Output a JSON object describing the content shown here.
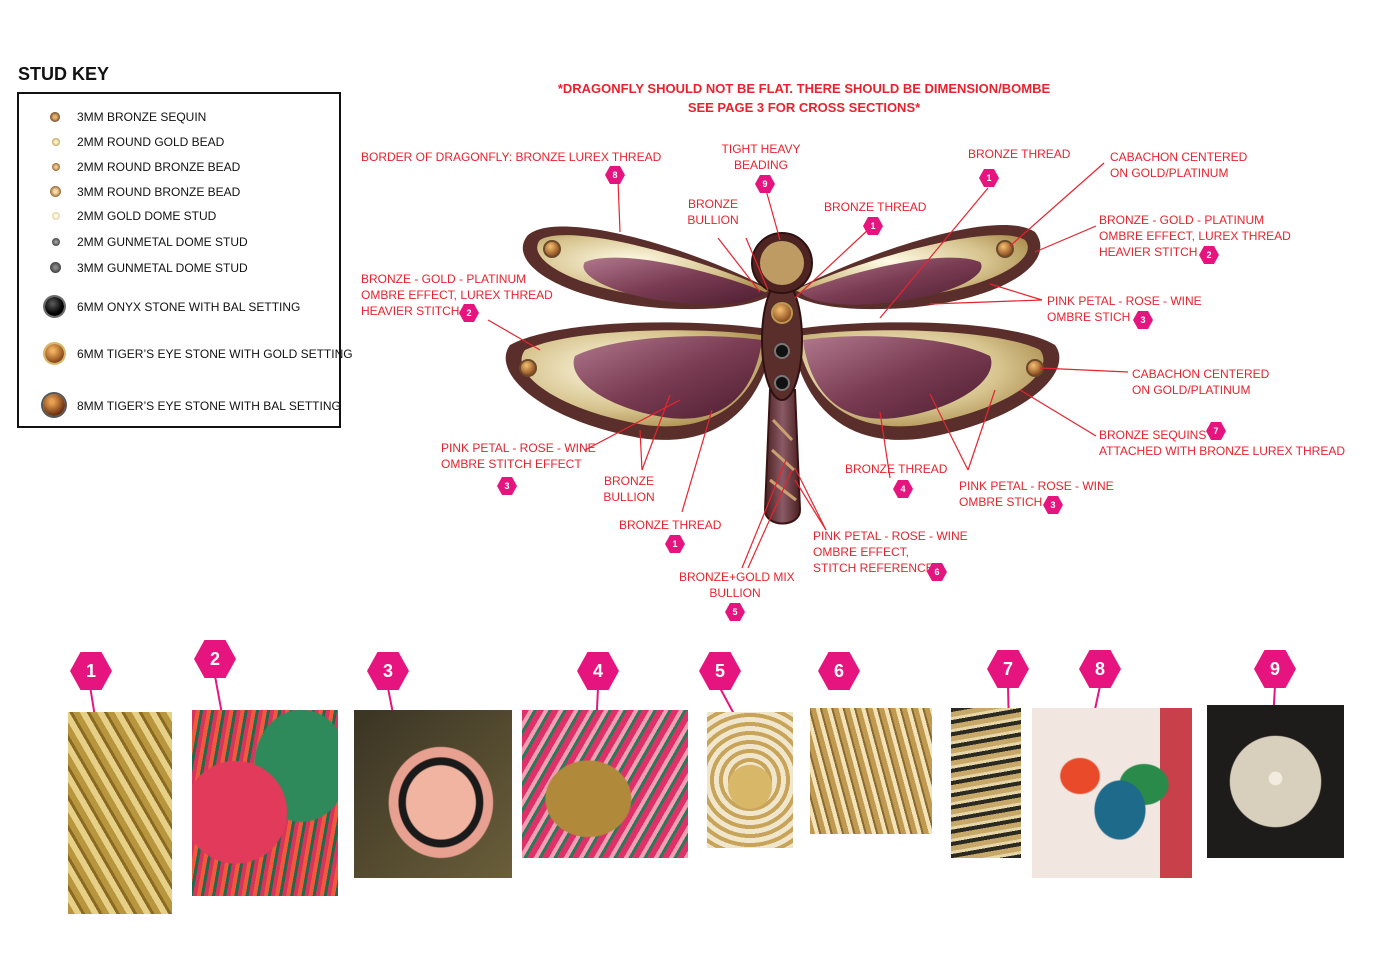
{
  "stud_key": {
    "title": "STUD KEY",
    "items": [
      {
        "label": "3MM BRONZE SEQUIN",
        "icon": "bronze-sequin",
        "color": "#8a5a2b"
      },
      {
        "label": "2MM ROUND GOLD BEAD",
        "icon": "gold-bead",
        "color": "#d8c07a"
      },
      {
        "label": "2MM ROUND BRONZE BEAD",
        "icon": "bronze-bead",
        "color": "#a8763a"
      },
      {
        "label": "3MM ROUND BRONZE BEAD",
        "icon": "bronze-bead-large",
        "color": "#9c6a30"
      },
      {
        "label": "2MM GOLD DOME STUD",
        "icon": "gold-dome-stud",
        "color": "#e6d3a0"
      },
      {
        "label": "2MM GUNMETAL DOME STUD",
        "icon": "gunmetal-dome-stud",
        "color": "#555555"
      },
      {
        "label": "3MM GUNMETAL DOME STUD",
        "icon": "gunmetal-dome-stud-large",
        "color": "#4a4a4a"
      },
      {
        "label": "6MM ONYX STONE WITH BAL SETTING",
        "icon": "onyx-stone",
        "color": "#111111"
      },
      {
        "label": "6MM TIGER’S EYE STONE WITH GOLD SETTING",
        "icon": "tigers-eye-gold",
        "color": "#b06a2a"
      },
      {
        "label": "8MM TIGER’S EYE STONE WITH BAL SETTING",
        "icon": "tigers-eye-bal",
        "color": "#8a4a1f"
      }
    ]
  },
  "warning": {
    "line1": "*DRAGONFLY SHOULD NOT BE FLAT. THERE SHOULD BE DIMENSION/BOMBE",
    "line2": "SEE PAGE 3 FOR CROSS SECTIONS*"
  },
  "callouts": {
    "border": {
      "text": "BORDER OF DRAGONFLY: BRONZE LUREX THREAD",
      "num": "8"
    },
    "tight": {
      "line1": "TIGHT HEAVY",
      "line2": "BEADING",
      "num": "9"
    },
    "bullion_top": {
      "line1": "BRONZE",
      "line2": "BULLION"
    },
    "thread_top": {
      "text": "BRONZE THREAD",
      "num": "1"
    },
    "thread_right": {
      "text": "BRONZE THREAD",
      "num": "1"
    },
    "cabochon_top": {
      "line1": "CABACHON CENTERED",
      "line2": "ON GOLD/PLATINUM"
    },
    "ombre_right": {
      "line1": "BRONZE - GOLD - PLATINUM",
      "line2": "OMBRE EFFECT, LUREX THREAD",
      "line3": "HEAVIER STITCH",
      "num": "2"
    },
    "ombre_left": {
      "line1": "BRONZE - GOLD - PLATINUM",
      "line2": "OMBRE EFFECT, LUREX THREAD",
      "line3": "HEAVIER STITCH",
      "num": "2"
    },
    "pink_right_top": {
      "line1": "PINK PETAL - ROSE - WINE",
      "line2": "OMBRE STICH",
      "num": "3"
    },
    "cabochon_right": {
      "line1": "CABACHON CENTERED",
      "line2": "ON GOLD/PLATINUM"
    },
    "sequins": {
      "line1": "BRONZE SEQUINS",
      "line2": "ATTACHED WITH BRONZE LUREX THREAD",
      "num": "7"
    },
    "pink_left": {
      "line1": "PINK PETAL - ROSE - WINE",
      "line2": "OMBRE STITCH EFFECT",
      "num": "3"
    },
    "bullion_bottom": {
      "line1": "BRONZE",
      "line2": "BULLION"
    },
    "thread_bottom_left": {
      "text": "BRONZE THREAD",
      "num": "1"
    },
    "thread_bottom_mid": {
      "text": "BRONZE THREAD",
      "num": "4"
    },
    "pink_right_bottom": {
      "line1": "PINK PETAL - ROSE - WINE",
      "line2": "OMBRE STICH",
      "num": "3"
    },
    "pink_tail": {
      "line1": "PINK PETAL - ROSE - WINE",
      "line2": "OMBRE EFFECT,",
      "line3": "STITCH REFERENCE:",
      "num": "6"
    },
    "mix_bullion": {
      "line1": "BRONZE+GOLD MIX",
      "line2": "BULLION",
      "num": "5"
    }
  },
  "references": [
    {
      "num": "1",
      "name": "bronze-thread-sample"
    },
    {
      "num": "2",
      "name": "ombre-lurex-sample"
    },
    {
      "num": "3",
      "name": "pink-petal-stitch-sample"
    },
    {
      "num": "4",
      "name": "bronze-thread-floral-sample"
    },
    {
      "num": "5",
      "name": "mix-bullion-sample"
    },
    {
      "num": "6",
      "name": "stitch-reference-sample"
    },
    {
      "num": "7",
      "name": "bronze-sequin-sample"
    },
    {
      "num": "8",
      "name": "lurex-border-dragon-sample"
    },
    {
      "num": "9",
      "name": "pearl-beading-sample"
    }
  ],
  "colors": {
    "accent_red": "#e8232f",
    "badge_pink": "#e6147f",
    "wing_brown": "#5a2e2a",
    "petal_rose": "#8e4a5e",
    "gold": "#cdb47a"
  }
}
